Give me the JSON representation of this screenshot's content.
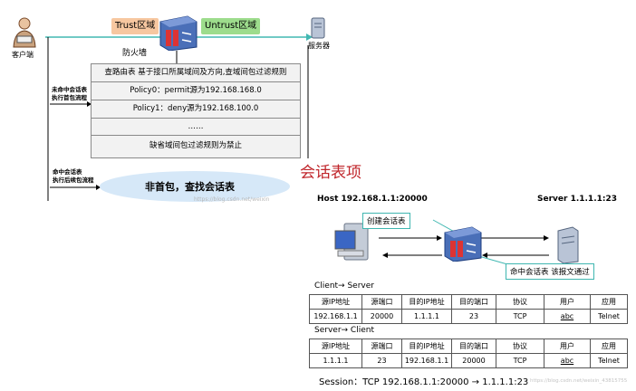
{
  "top_diagram": {
    "client_label": "客户端",
    "trust_zone": "Trust区域",
    "untrust_zone": "Untrust区域",
    "firewall_label": "防火墙",
    "server_label": "服务器",
    "miss_note_line1": "未命中会话表",
    "miss_note_line2": "执行首包流程",
    "hit_note_line1": "命中会话表",
    "hit_note_line2": "执行后续包流程",
    "rules": [
      "查路由表 基于接口所属域间及方向,查域间包过滤规则",
      "Policy0：permit源为192.168.168.0",
      "Policy1：deny源为192.168.100.0",
      "……",
      "缺省域间包过滤规则为禁止"
    ],
    "non_first_packet": "非首包，查找会话表",
    "watermark": "https://blog.csdn.net/weixin"
  },
  "session_panel": {
    "title": "会话表项",
    "host_label": "Host   192.168.1.1:20000",
    "server_label": "Server 1.1.1.1:23",
    "create_callout": "创建会话表",
    "hit_callout": "命中会话表 该报文通过",
    "table1_caption": "Client→ Server",
    "table2_caption": "Server→ Client",
    "headers": [
      "源IP地址",
      "源端口",
      "目的IP地址",
      "目的端口",
      "协议",
      "用户",
      "应用"
    ],
    "row1": [
      "192.168.1.1",
      "20000",
      "1.1.1.1",
      "23",
      "TCP",
      "abc",
      "Telnet"
    ],
    "row2": [
      "1.1.1.1",
      "23",
      "192.168.1.1",
      "20000",
      "TCP",
      "abc",
      "Telnet"
    ],
    "session_line": "Session：TCP  192.168.1.1:20000 → 1.1.1.1:23",
    "watermark": "https://blog.csdn.net/weixin_43815755"
  },
  "colors": {
    "trust_zone_bg": "#f7c7a0",
    "untrust_zone_bg": "#9ddc8c",
    "teal_line": "#42b8b2",
    "title_red": "#c0262b",
    "ellipse_blue": "#d6e8f8",
    "firewall_blue": "#4a6fb8"
  }
}
